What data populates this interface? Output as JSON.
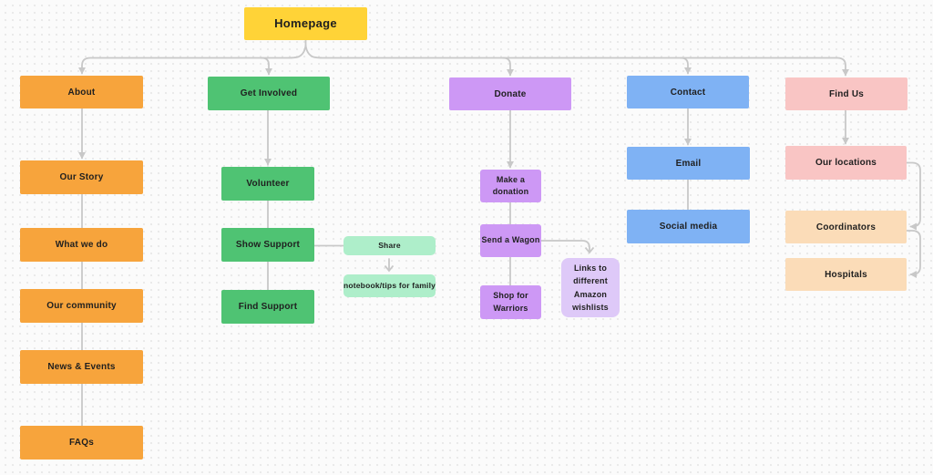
{
  "canvas": {
    "background": "#FBFBFB",
    "dot_color": "#E9E9E9",
    "connector_color": "#C8C8C8",
    "text_color": "#1F1F1F"
  },
  "palette": {
    "yellow": "#FFD337",
    "orange": "#F7A43C",
    "green": "#4FC373",
    "mint": "#AEEECA",
    "purple": "#CD98F5",
    "lavender": "#DEC9F8",
    "blue": "#7FB2F4",
    "pink": "#F9C5C4",
    "peach": "#FBDCB8"
  },
  "nodes": {
    "homepage": {
      "label": "Homepage",
      "color": "yellow"
    },
    "about": {
      "label": "About",
      "color": "orange"
    },
    "our_story": {
      "label": "Our Story",
      "color": "orange"
    },
    "what_we_do": {
      "label": "What we do",
      "color": "orange"
    },
    "our_community": {
      "label": "Our community",
      "color": "orange"
    },
    "news_events": {
      "label": "News & Events",
      "color": "orange"
    },
    "faqs": {
      "label": "FAQs",
      "color": "orange"
    },
    "get_involved": {
      "label": "Get Involved",
      "color": "green"
    },
    "volunteer": {
      "label": "Volunteer",
      "color": "green"
    },
    "show_support": {
      "label": "Show Support",
      "color": "green"
    },
    "find_support": {
      "label": "Find Support",
      "color": "green"
    },
    "share": {
      "label": "Share",
      "color": "mint"
    },
    "notebook_tips": {
      "label": "notebook/tips for family",
      "color": "mint"
    },
    "donate": {
      "label": "Donate",
      "color": "purple"
    },
    "make_donation": {
      "label": "Make a donation",
      "color": "purple"
    },
    "send_wagon": {
      "label": "Send a Wagon",
      "color": "purple"
    },
    "shop_warriors": {
      "label": "Shop for Warriors",
      "color": "purple"
    },
    "amazon_wishlists": {
      "label": "Links to different Amazon wishlists",
      "color": "lavender"
    },
    "contact": {
      "label": "Contact",
      "color": "blue"
    },
    "email": {
      "label": "Email",
      "color": "blue"
    },
    "social_media": {
      "label": "Social media",
      "color": "blue"
    },
    "find_us": {
      "label": "Find Us",
      "color": "pink"
    },
    "our_locations": {
      "label": "Our locations",
      "color": "pink"
    },
    "coordinators": {
      "label": "Coordinators",
      "color": "peach"
    },
    "hospitals": {
      "label": "Hospitals",
      "color": "peach"
    }
  }
}
